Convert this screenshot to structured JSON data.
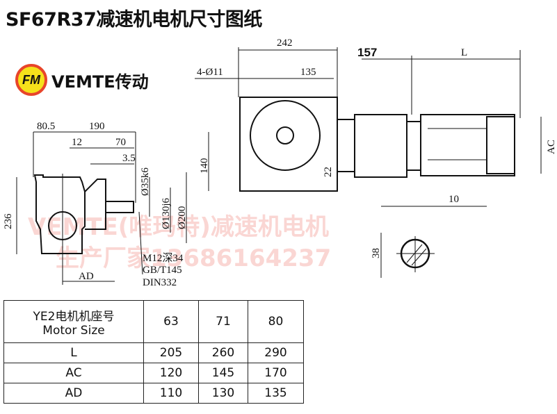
{
  "title": "SF67R37减速机电机尺寸图纸",
  "logo": {
    "mark": "FM",
    "text": "VEMTE传动"
  },
  "watermark": {
    "line1": "VEMTE(唯玛特)减速机电机",
    "line2": "生产厂家13686164237"
  },
  "dimensions": {
    "side_view": {
      "d80_5": "80.5",
      "d190": "190",
      "d12": "12",
      "d70": "70",
      "d3_5": "3.5",
      "d35": "Ø35k6",
      "d130": "Ø130j6",
      "d200": "Ø200",
      "d236": "236",
      "ad": "AD",
      "thread": "M12深34",
      "std1": "GB/T145",
      "std2": "DIN332"
    },
    "front_view": {
      "d242": "242",
      "holes": "4-Ø11",
      "d135": "135",
      "d157": "157",
      "l": "L",
      "ac": "AC",
      "d140": "140",
      "d22": "22"
    },
    "shaft_section": {
      "d10": "10",
      "d38": "38"
    }
  },
  "table": {
    "header_cn": "YE2电机机座号",
    "header_en": "Motor Size",
    "sizes": [
      "63",
      "71",
      "80"
    ],
    "rows": [
      {
        "label": "L",
        "values": [
          "205",
          "260",
          "290"
        ]
      },
      {
        "label": "AC",
        "values": [
          "120",
          "145",
          "170"
        ]
      },
      {
        "label": "AD",
        "values": [
          "110",
          "130",
          "135"
        ]
      }
    ]
  }
}
